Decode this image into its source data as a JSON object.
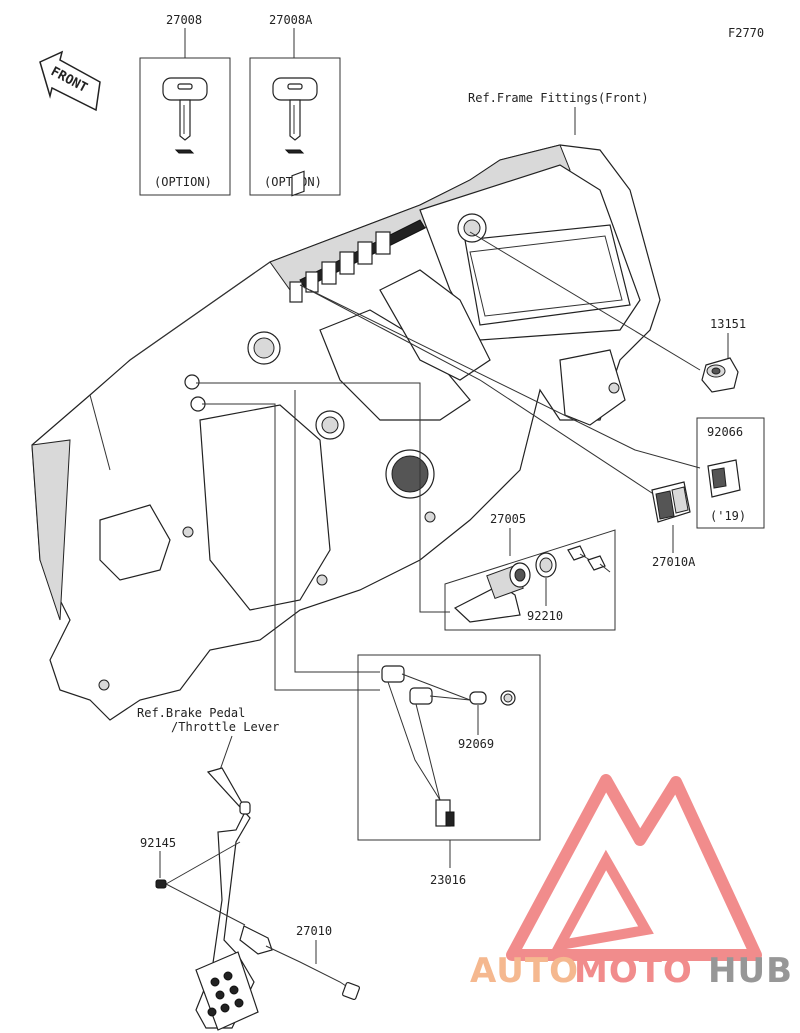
{
  "figure_code": "F2770",
  "labels": {
    "key_a": "27008",
    "key_b": "27008A",
    "option_a": "(OPTION)",
    "option_b": "(OPTION)",
    "front": "FRONT",
    "ref_frame": "Ref.Frame Fittings(Front)",
    "p13151": "13151",
    "p92066": "92066",
    "year19": "('19)",
    "p27010A": "27010A",
    "p27005": "27005",
    "p92210": "92210",
    "p92069": "92069",
    "p23016": "23016",
    "ref_brake_1": "Ref.Brake Pedal",
    "ref_brake_2": "/Throttle Lever",
    "p92145": "92145",
    "p27010": "27010"
  },
  "watermark": {
    "text_auto": "AUTO",
    "text_moto": "MOTO",
    "text_hub": "HUB",
    "color_orange": "#f4b183",
    "color_red": "#f08080",
    "color_grey": "#8c8c8c"
  }
}
